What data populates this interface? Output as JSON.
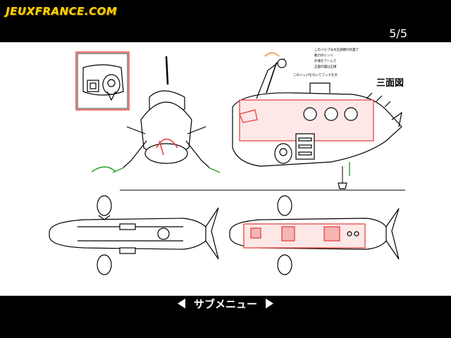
{
  "header": {
    "logo_text": "JEUXFRANCE.COM",
    "page_counter": "5/5"
  },
  "drawing": {
    "title": "三面図",
    "notes": [
      "このバルブは水圧調節の装置で",
      "動力のヒンジ",
      "外側をアームで",
      "正面の図は正確",
      "二のハッパを引いてフックを外"
    ],
    "accent_red": "#e53935",
    "accent_green": "#2e9d2e",
    "accent_orange": "#f08a1d"
  },
  "footer": {
    "nav_label": "サブメニュー",
    "prev_icon": "left-arrow-icon",
    "next_icon": "right-arrow-icon"
  }
}
